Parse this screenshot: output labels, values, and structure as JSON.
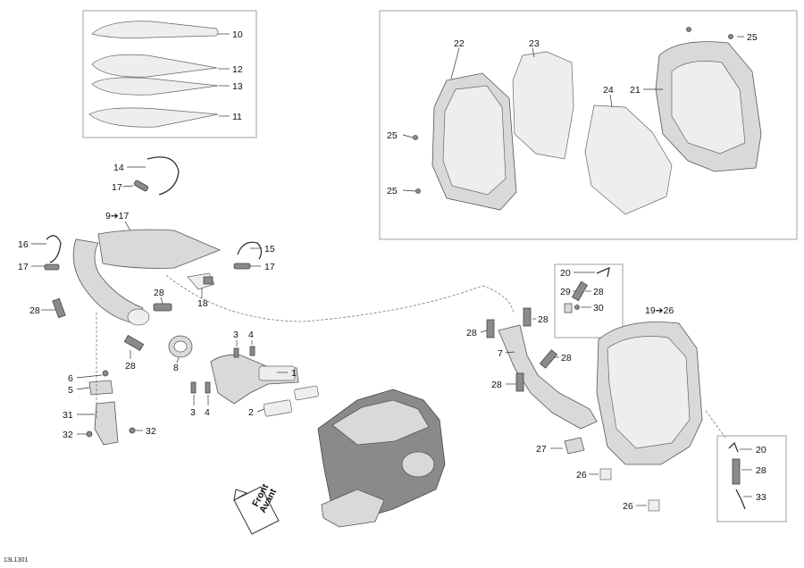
{
  "figure_code": "13L1301",
  "front_label": [
    "Front",
    "Avant"
  ],
  "callouts": {
    "c10": "10",
    "c12": "12",
    "c13": "13",
    "c11": "11",
    "c22": "22",
    "c23": "23",
    "c25a": "25",
    "c21": "21",
    "c24": "24",
    "c25b": "25",
    "c25c": "25",
    "c14": "14",
    "c17a": "17",
    "c9_17": "9➔17",
    "c16": "16",
    "c17b": "17",
    "c15": "15",
    "c17c": "17",
    "c18": "18",
    "c28a": "28",
    "c28b": "28",
    "c28c": "28",
    "c3a": "3",
    "c4a": "4",
    "c1": "1",
    "c8": "8",
    "c6": "6",
    "c5": "5",
    "c3b": "3",
    "c4b": "4",
    "c2": "2",
    "c31": "31",
    "c32a": "32",
    "c32b": "32",
    "c20a": "20",
    "c29": "29",
    "c28d": "28",
    "c30": "30",
    "c19_26": "19➔26",
    "c28e": "28",
    "c28f": "28",
    "c7": "7",
    "c28g": "28",
    "c28h": "28",
    "c27": "27",
    "c26a": "26",
    "c26b": "26",
    "c20b": "20",
    "c28i": "28",
    "c33": "33"
  }
}
